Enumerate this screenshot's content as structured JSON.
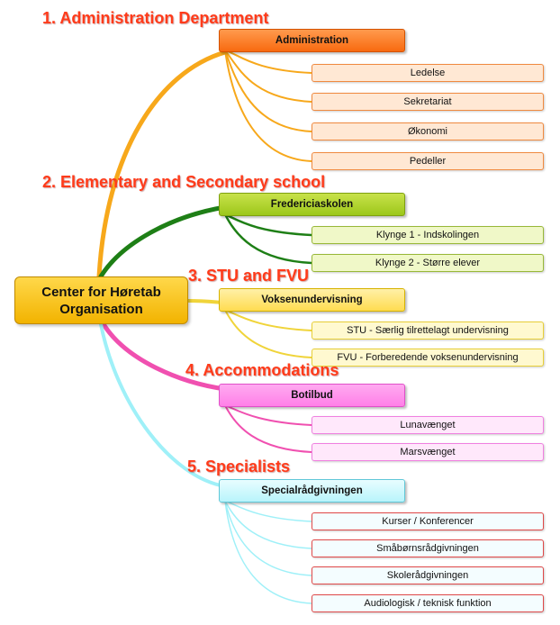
{
  "center": {
    "line1": "Center for Høretab",
    "line2": "Organisation"
  },
  "colors": {
    "g1": "#f7a81b",
    "g2": "#1e7f16",
    "g3": "#f0d43a",
    "g4": "#f050b0",
    "g5": "#9ff0f8"
  },
  "groups": [
    {
      "title": "1. Administration Department",
      "dept": "Administration",
      "leaves": [
        "Ledelse",
        "Sekretariat",
        "Økonomi",
        "Pedeller"
      ]
    },
    {
      "title": "2. Elementary and Secondary school",
      "dept": "Fredericiaskolen",
      "leaves": [
        "Klynge 1 - Indskolingen",
        "Klynge 2 - Større elever"
      ]
    },
    {
      "title": "3. STU and FVU",
      "dept": "Voksenundervisning",
      "leaves": [
        "STU - Særlig tilrettelagt undervisning",
        "FVU - Forberedende voksenundervisning"
      ]
    },
    {
      "title": "4. Accommodations",
      "dept": "Botilbud",
      "leaves": [
        "Lunavænget",
        "Marsvænget"
      ]
    },
    {
      "title": "5. Specialists",
      "dept": "Specialrådgivningen",
      "leaves": [
        "Kurser / Konferencer",
        "Småbørnsrådgivningen",
        "Skolerådgivningen",
        "Audiologisk / teknisk funktion"
      ]
    }
  ]
}
